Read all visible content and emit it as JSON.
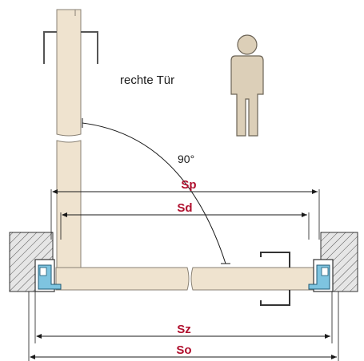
{
  "caption": "rechte Tür",
  "angle_label": "90°",
  "dimensions": {
    "sp": "Sp",
    "sd": "Sd",
    "sz": "Sz",
    "so": "So"
  },
  "colors": {
    "door": "#efe3cf",
    "door_stroke": "#8a8275",
    "person": "#dccfb8",
    "frame_seal": "#7ec4e0",
    "dim_label": "#b0102e",
    "line": "#1a1a1a"
  },
  "icons": {
    "person": "person-icon",
    "handle": "door-handle-icon",
    "wall": "hatched-wall"
  }
}
